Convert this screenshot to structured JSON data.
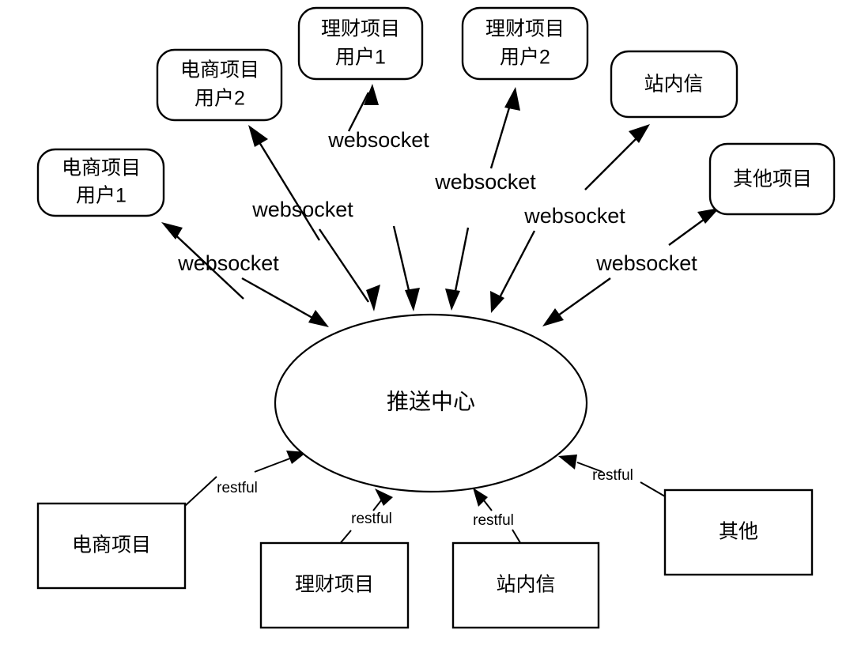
{
  "diagram": {
    "center_node": {
      "label": "推送中心",
      "shape": "ellipse"
    },
    "client_nodes": [
      {
        "id": "ec-user-1",
        "line1": "电商项目",
        "line2": "用户1",
        "shape": "rounded-rect"
      },
      {
        "id": "ec-user-2",
        "line1": "电商项目",
        "line2": "用户2",
        "shape": "rounded-rect"
      },
      {
        "id": "lc-user-1",
        "line1": "理财项目",
        "line2": "用户1",
        "shape": "rounded-rect"
      },
      {
        "id": "lc-user-2",
        "line1": "理财项目",
        "line2": "用户2",
        "shape": "rounded-rect"
      },
      {
        "id": "station-msg",
        "line1": "站内信",
        "line2": "",
        "shape": "rounded-rect"
      },
      {
        "id": "other-project",
        "line1": "其他项目",
        "line2": "",
        "shape": "rounded-rect"
      }
    ],
    "service_nodes": [
      {
        "id": "svc-ec",
        "label": "电商项目",
        "shape": "rect"
      },
      {
        "id": "svc-lc",
        "label": "理财项目",
        "shape": "rect"
      },
      {
        "id": "svc-station",
        "label": "站内信",
        "shape": "rect"
      },
      {
        "id": "svc-other",
        "label": "其他",
        "shape": "rect"
      }
    ],
    "websocket_labels": [
      {
        "id": "ws-1",
        "text": "websocket"
      },
      {
        "id": "ws-2",
        "text": "websocket"
      },
      {
        "id": "ws-3",
        "text": "websocket"
      },
      {
        "id": "ws-4",
        "text": "websocket"
      },
      {
        "id": "ws-5",
        "text": "websocket"
      },
      {
        "id": "ws-6",
        "text": "websocket"
      }
    ],
    "restful_labels": [
      {
        "id": "rest-1",
        "text": "restful"
      },
      {
        "id": "rest-2",
        "text": "restful"
      },
      {
        "id": "rest-3",
        "text": "restful"
      },
      {
        "id": "rest-4",
        "text": "restful"
      }
    ],
    "colors": {
      "stroke": "#000000",
      "fill": "#ffffff",
      "background": "#ffffff"
    }
  }
}
